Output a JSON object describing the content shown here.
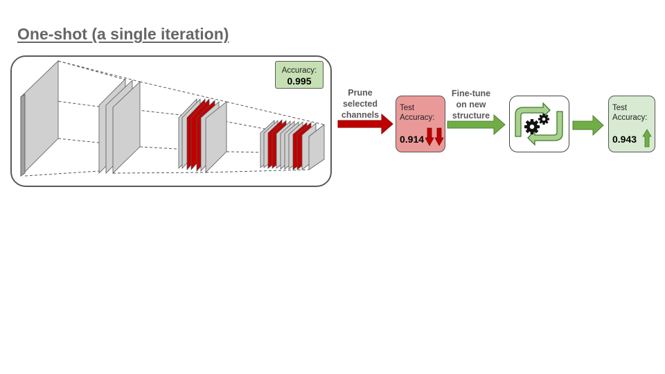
{
  "title": "One-shot (a single iteration)",
  "baseline": {
    "label": "Accuracy:",
    "value": "0.995"
  },
  "prune_step": {
    "line1": "Prune",
    "line2": "selected",
    "line3": "channels"
  },
  "pruned_result": {
    "label_line1": "Test",
    "label_line2": "Accuracy:",
    "value": "0.914",
    "trend": "decrease"
  },
  "finetune_step": {
    "line1": "Fine-tune",
    "line2": "on new",
    "line3": "structure"
  },
  "training_cycle": {
    "icon": "gears-cycle-icon"
  },
  "final_result": {
    "label_line1": "Test",
    "label_line2": "Accuracy:",
    "value": "0.943",
    "trend": "increase"
  },
  "colors": {
    "pruned_channel": "#c00000",
    "kept_channel": "#d0d0d0",
    "prune_arrow": "#c00000",
    "finetune_arrow": "#70ad47",
    "pruned_box": "#ea9999",
    "accuracy_box": "#c6e0b4",
    "final_box": "#d9ead3"
  }
}
